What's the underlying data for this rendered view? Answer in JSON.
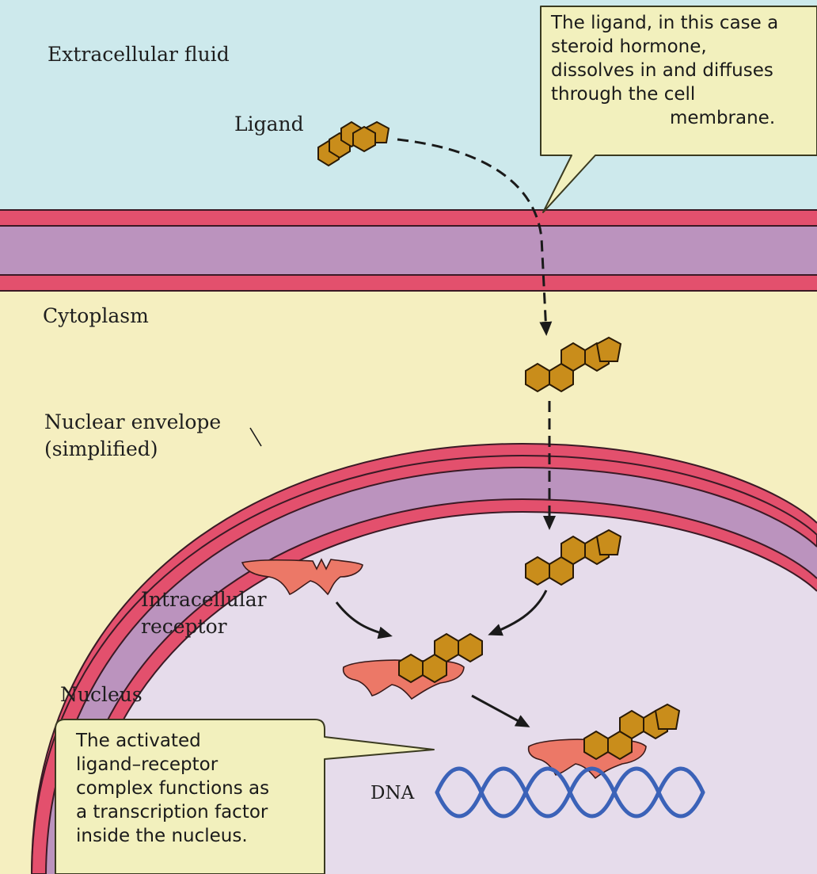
{
  "regions": {
    "extracellular_label": "Extracellular fluid",
    "cytoplasm_label": "Cytoplasm",
    "nuclear_envelope_label": [
      "Nuclear envelope",
      "(simplified)"
    ],
    "nucleus_label": "Nucleus"
  },
  "labels": {
    "ligand": "Ligand",
    "receptor": [
      "Intracellular",
      "receptor"
    ],
    "dna": "DNA"
  },
  "callouts": {
    "top": [
      "The ligand, in this case a",
      "steroid hormone,",
      "dissolves in and diffuses",
      "through the cell",
      "membrane."
    ],
    "bottom": [
      "The activated",
      "ligand–receptor",
      "complex functions as",
      "a transcription factor",
      "inside the nucleus."
    ]
  },
  "colors": {
    "extracellular": "#cde9ec",
    "cytoplasm": "#f5efc0",
    "nucleus": "#e6dceb",
    "membrane_red": "#e3506d",
    "membrane_purple": "#bb93be",
    "ligand": "#c98d1b",
    "receptor": "#ec7867",
    "dna": "#3b62b8",
    "callout_fill": "#f2f0bd"
  }
}
